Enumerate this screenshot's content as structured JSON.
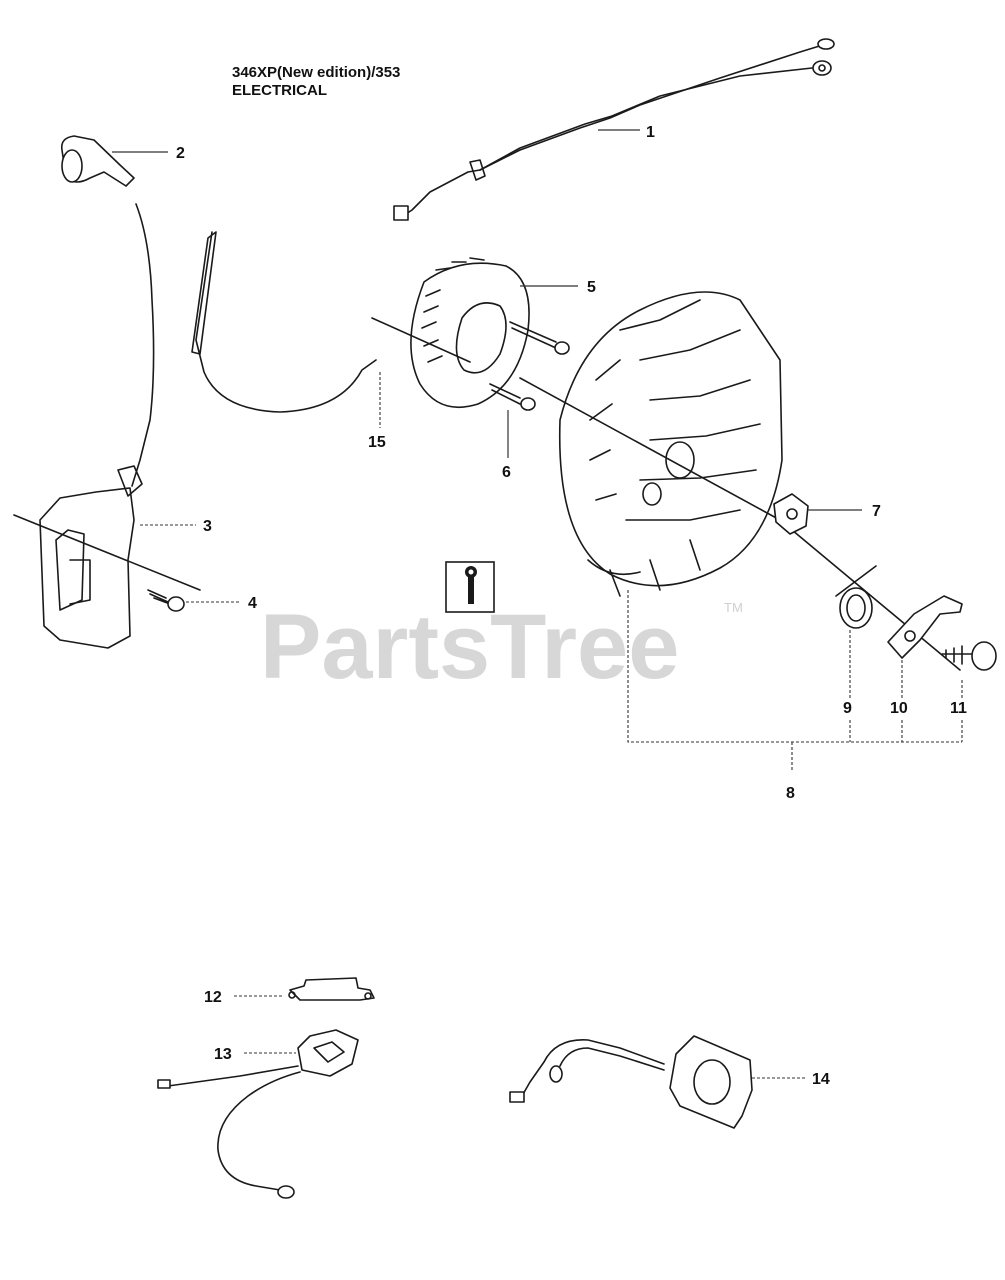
{
  "header": {
    "model": "346XP(New edition)/353",
    "section": "ELECTRICAL"
  },
  "watermark": {
    "text": "PartsTree",
    "mark": "TM"
  },
  "callouts": {
    "c1": "1",
    "c2": "2",
    "c3": "3",
    "c4": "4",
    "c5": "5",
    "c6": "6",
    "c7": "7",
    "c8": "8",
    "c9": "9",
    "c10": "10",
    "c11": "11",
    "c12": "12",
    "c13": "13",
    "c14": "14",
    "c15": "15"
  },
  "icons": {
    "tool": "wrench-icon"
  }
}
